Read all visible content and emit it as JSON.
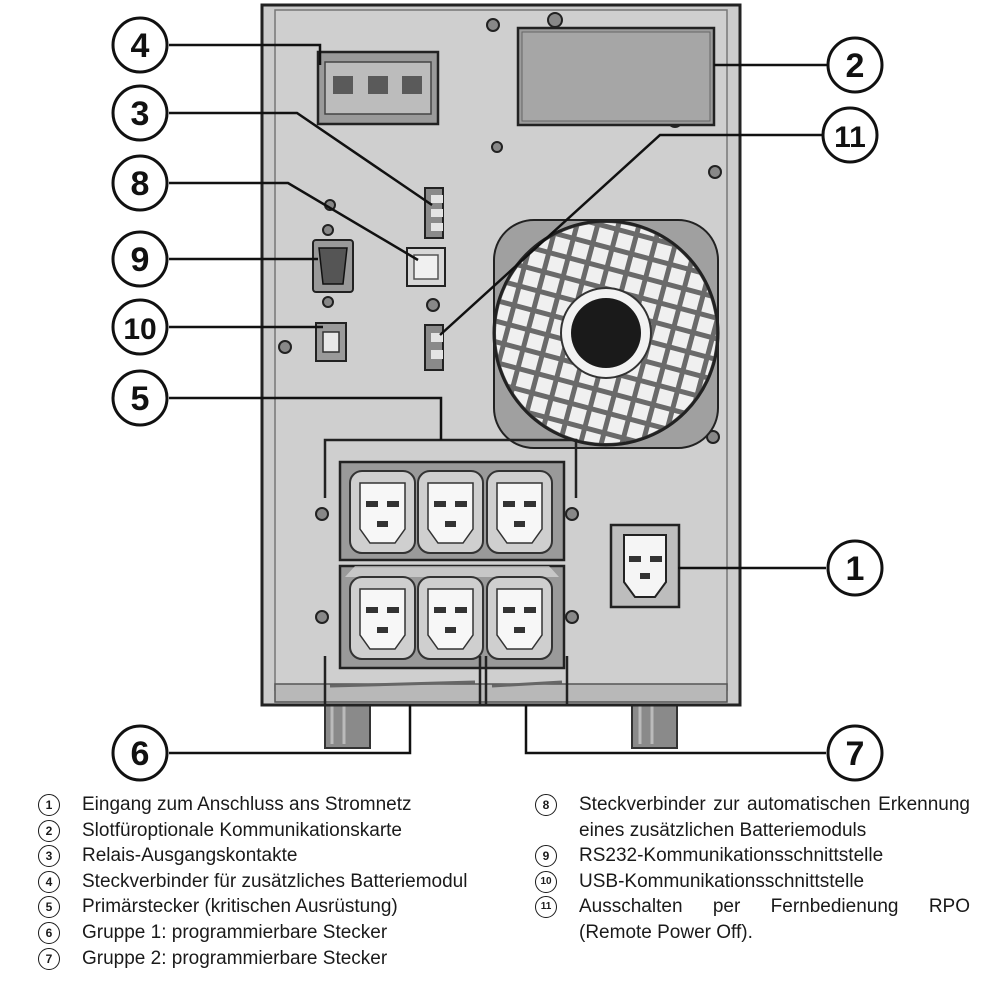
{
  "callouts": [
    "1",
    "2",
    "3",
    "4",
    "5",
    "6",
    "7",
    "8",
    "9",
    "10",
    "11"
  ],
  "legend_left": [
    {
      "num": "1",
      "text": "Eingang zum Anschluss ans Stromnetz"
    },
    {
      "num": "2",
      "text": "Slotfüroptionale Kommunikationskarte"
    },
    {
      "num": "3",
      "text": "Relais-Ausgangskontakte"
    },
    {
      "num": "4",
      "text": "Steckverbinder für zusätzliches Batteriemodul"
    },
    {
      "num": "5",
      "text": "Primärstecker (kritischen Ausrüstung)"
    },
    {
      "num": "6",
      "text": "Gruppe 1: programmierbare Stecker"
    },
    {
      "num": "7",
      "text": "Gruppe 2: programmierbare Stecker"
    }
  ],
  "legend_right": [
    {
      "num": "8",
      "text": "Steckverbinder zur automatischen Erkennung eines zusätzlichen Batteriemoduls"
    },
    {
      "num": "9",
      "text": "RS232-Kommunikationsschnittstelle"
    },
    {
      "num": "10",
      "text": "USB-Kommunikationsschnittstelle"
    },
    {
      "num": "11",
      "text": "Ausschalten per Fernbedienung RPO (Remote Power Off)."
    }
  ]
}
